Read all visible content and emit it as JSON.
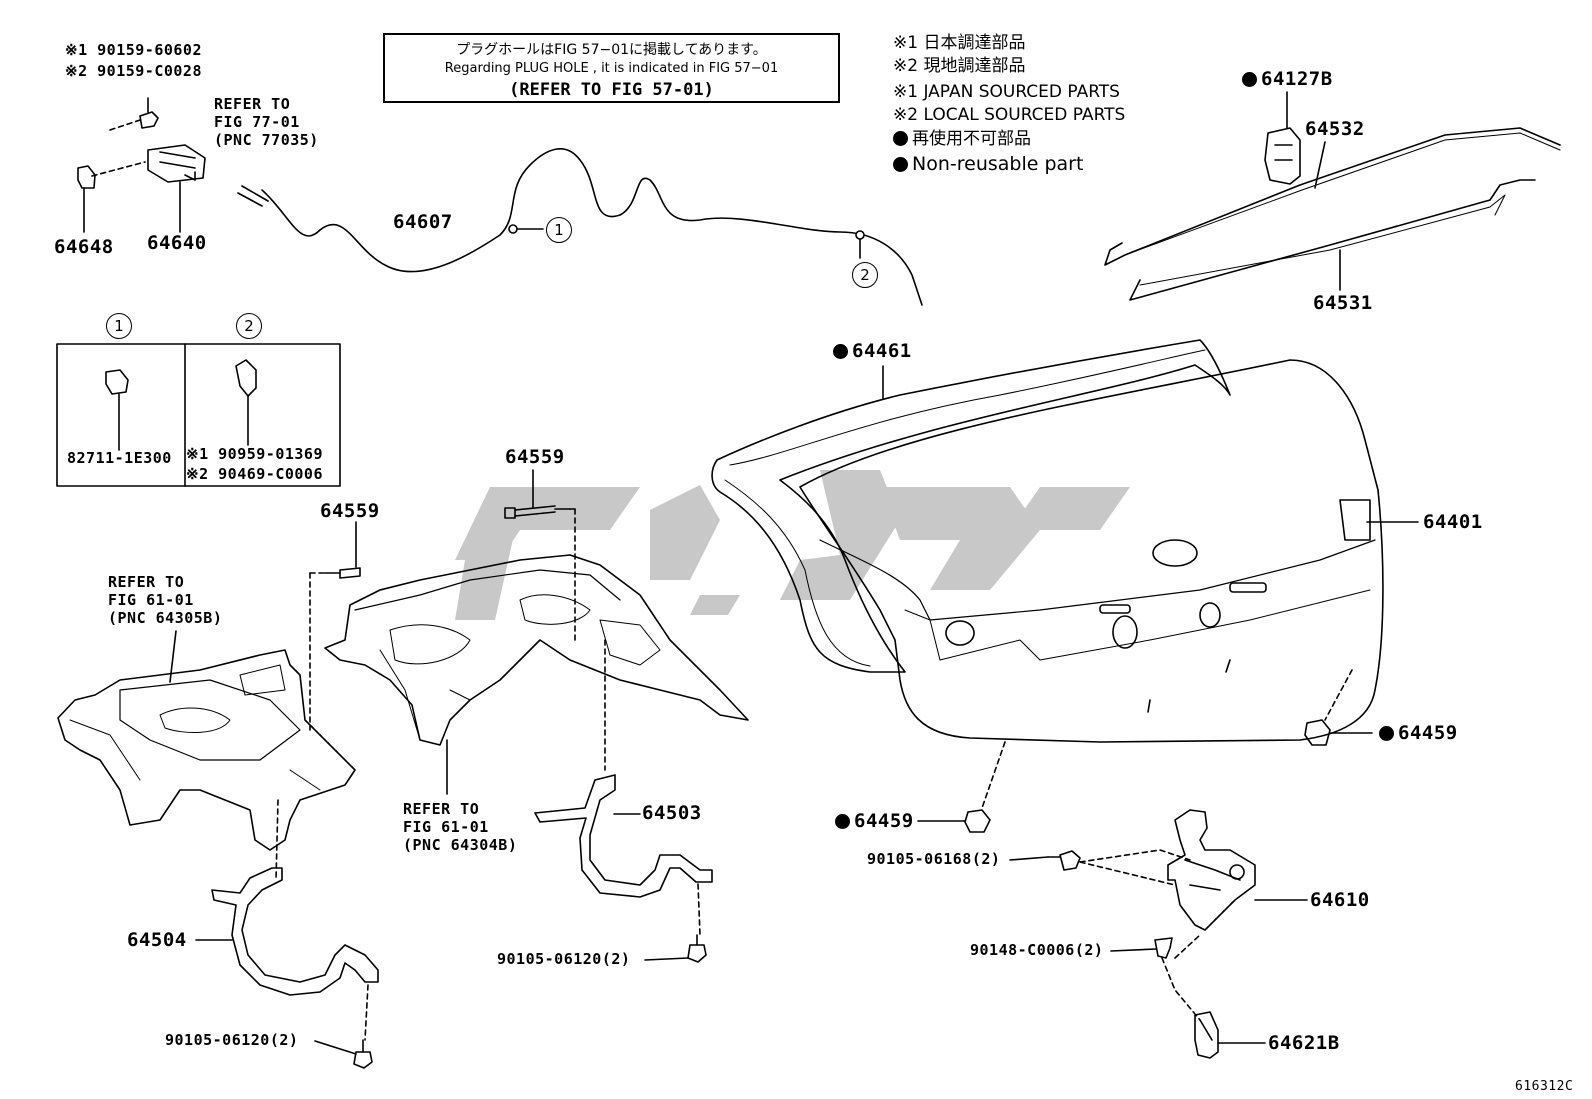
{
  "legend": {
    "jp1": "※1 日本調達部品",
    "jp2": "※2 現地調達部品",
    "en1": "※1 JAPAN SOURCED PARTS",
    "en2": "※2 LOCAL SOURCED PARTS",
    "jp_nonreusable": "再使用不可部品",
    "en_nonreusable": "Non-reusable part"
  },
  "note_box": {
    "line1": "プラグホールはFIG 57−01に掲載してあります。",
    "line2": "Regarding  PLUG HOLE , it is indicated in FIG 57−01",
    "line3": "(REFER TO FIG 57-01)"
  },
  "parts": {
    "p64607": "64607",
    "p64648": "64648",
    "p64640": "64640",
    "ref_77": "REFER TO\nFIG 77-01\n(PNC 77035)",
    "bolt_a1": "※1 90159-60602",
    "bolt_a2": "※2 90159-C0028",
    "p64127b": "64127B",
    "p64532": "64532",
    "p64531": "64531",
    "p64461": "64461",
    "p64401": "64401",
    "p64559_a": "64559",
    "p64559_b": "64559",
    "ref_61b": "REFER TO\nFIG 61-01\n(PNC 64305B)",
    "ref_61a": "REFER TO\nFIG 61-01\n(PNC 64304B)",
    "p64503": "64503",
    "p64504": "64504",
    "bolt_90105_a": "90105-06120(2)",
    "bolt_90105_b": "90105-06120(2)",
    "p64459_a": "64459",
    "p64459_b": "64459",
    "bolt_06168": "90105-06168(2)",
    "p64610": "64610",
    "bolt_c0006": "90148-C0006(2)",
    "p64621b": "64621B",
    "circle1": "①",
    "circle2": "②",
    "inset_p1": "82711-1E300",
    "inset_a1": "※1 90959-01369",
    "inset_a2": "※2 90469-C0006",
    "fig_no": "616312C"
  },
  "callouts": {
    "c1": "1",
    "c2": "2"
  }
}
